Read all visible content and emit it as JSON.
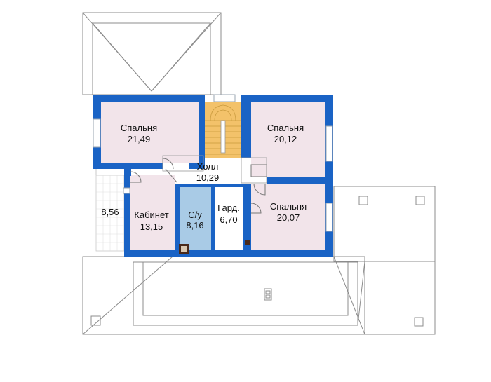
{
  "rooms": {
    "bedroom_1": {
      "name": "Спальня",
      "area": "21,49"
    },
    "bedroom_2": {
      "name": "Спальня",
      "area": "20,12"
    },
    "hall": {
      "name": "Холл",
      "area": "10,29"
    },
    "study": {
      "name": "Кабинет",
      "area": "13,15"
    },
    "bathroom": {
      "name": "С/у",
      "area": "8,16"
    },
    "wardrobe": {
      "name": "Гард.",
      "area": "6,70"
    },
    "bedroom_3": {
      "name": "Спальня",
      "area": "20,07"
    },
    "balcony": {
      "area": "8,56"
    }
  },
  "colors": {
    "walls": "#1a63c5",
    "room_fill": "#f2e4ea",
    "bathroom_fill": "#a9cbe6",
    "stair_fill": "#f3c26a",
    "roof_lines": "#8c8c8c"
  }
}
